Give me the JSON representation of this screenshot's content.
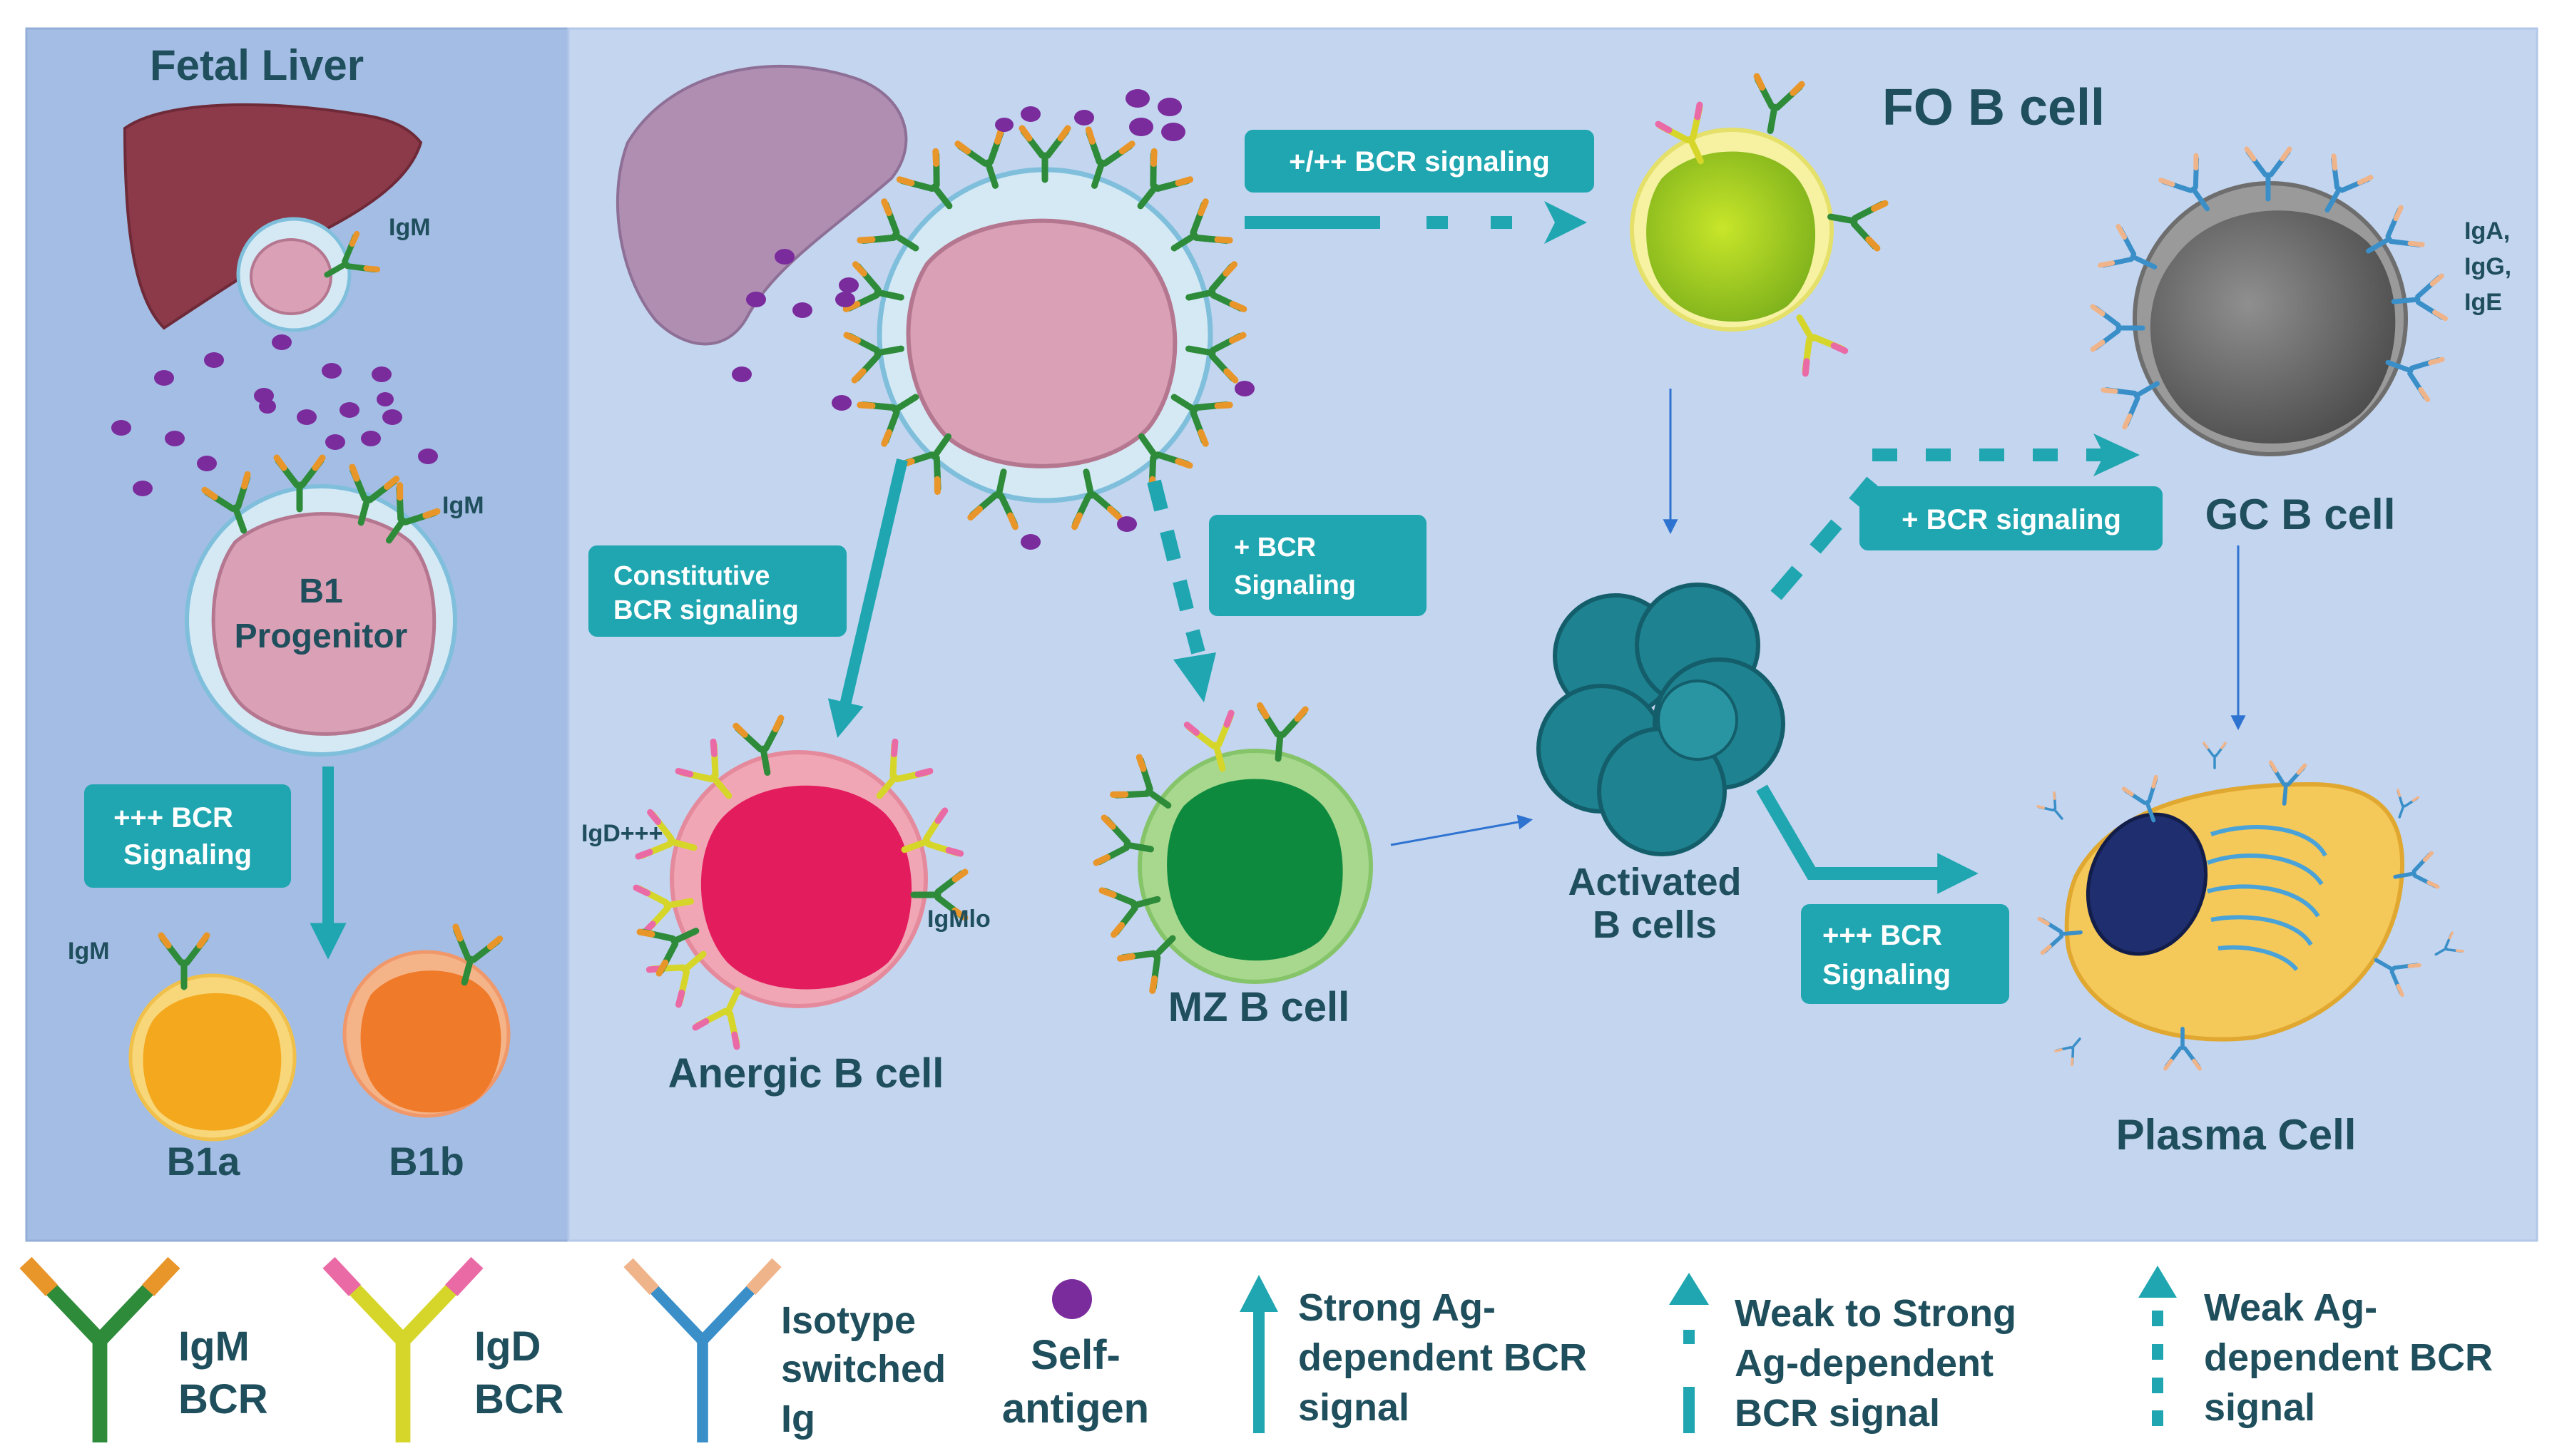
{
  "colors": {
    "left_panel": "#a4bde4",
    "main_panel": "#c3d5ef",
    "teal": "#1fa6b0",
    "teal_dark": "#157d88",
    "text": "#1f4e5c",
    "self_antigen": "#7a2b9c",
    "igm_green": "#2e8b3a",
    "igm_orange": "#e8962a",
    "igd_yellow": "#e0df2a",
    "igd_pink": "#ea6aa6",
    "iso_blue": "#3a8fc9",
    "iso_peach": "#f0b48a",
    "blue_arrow": "#2f73d1"
  },
  "left_panel": {
    "title": "Fetal Liver",
    "igm_label_1": "IgM",
    "igm_label_2": "IgM",
    "progenitor_line1": "B1",
    "progenitor_line2": "Progenitor",
    "signal_box_line1": "+++ BCR",
    "signal_box_line2": "Signaling",
    "igm_label_3": "IgM",
    "b1a_label": "B1a",
    "b1b_label": "B1b"
  },
  "main_panel": {
    "fo_title": "FO B cell",
    "fo_signal_box": "+/++ BCR signaling",
    "constitutive_line1": "Constitutive",
    "constitutive_line2": "BCR signaling",
    "plus_bcr_line1": "+ BCR",
    "plus_bcr_line2": "Signaling",
    "igd_label": "IgD+++",
    "igmlo_label": "IgMlo",
    "anergic_label": "Anergic B cell",
    "mz_label": "MZ B cell",
    "activated_line1": "Activated",
    "activated_line2": "B cells",
    "gc_signal_box": "+ BCR signaling",
    "gc_label": "GC B cell",
    "iga_label": "IgA,",
    "igg_label": "IgG,",
    "ige_label": "IgE",
    "plasma_signal_line1": "+++ BCR",
    "plasma_signal_line2": "Signaling",
    "plasma_label": "Plasma Cell"
  },
  "legend": {
    "igm_line1": "IgM",
    "igm_line2": "BCR",
    "igd_line1": "IgD",
    "igd_line2": "BCR",
    "iso_line1": "Isotype",
    "iso_line2": "switched",
    "iso_line3": "Ig",
    "self_line1": "Self-",
    "self_line2": "antigen",
    "strong_line1": "Strong Ag-",
    "strong_line2": "dependent BCR",
    "strong_line3": "signal",
    "wts_line1": "Weak to Strong",
    "wts_line2": "Ag-dependent",
    "wts_line3": "BCR signal",
    "weak_line1": "Weak Ag-",
    "weak_line2": "dependent BCR",
    "weak_line3": "signal"
  }
}
